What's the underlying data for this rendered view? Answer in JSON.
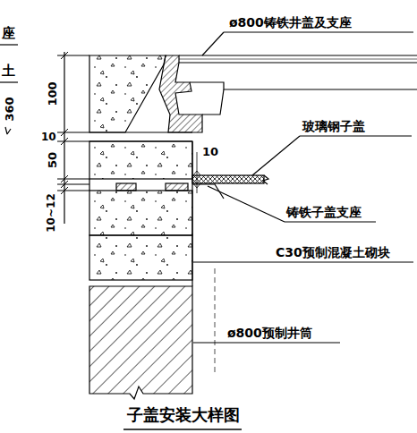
{
  "diagram": {
    "title": "子盖安装大样图",
    "labels": [
      "座",
      "土",
      "360",
      "100",
      "10",
      "50",
      "10~12",
      "10",
      "ø800铸铁井盖及支座",
      "玻璃钢子盖",
      "铸铁子盖支座",
      "C30预制混凝土砌块",
      "ø800预制井筒"
    ]
  }
}
